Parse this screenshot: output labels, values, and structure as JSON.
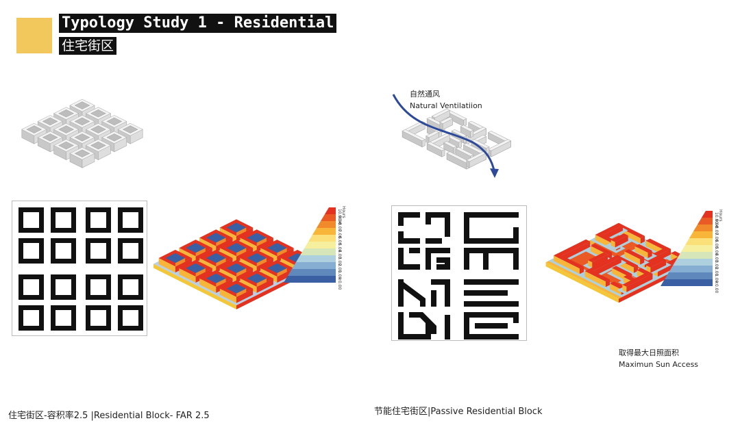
{
  "header": {
    "title_en": "Typology Study 1 - Residential",
    "title_zh": "住宅街区",
    "accent_color": "#f2c75c"
  },
  "left_panel": {
    "caption": "住宅街区-容积率2.5 |Residential Block- FAR 2.5",
    "legend": {
      "unit": "Hours",
      "labels": [
        "10.00<",
        "9.00",
        "8.00",
        "7.00",
        "6.00",
        "5.00",
        "4.00",
        "3.00",
        "2.00",
        "1.00",
        "<0.00"
      ]
    }
  },
  "right_panel": {
    "caption": "节能住宅街区|Passive Residential Block",
    "ventilation_zh": "自然通风",
    "ventilation_en": "Natural Ventilatiion",
    "sun_zh": "取得最大日照面积",
    "sun_en": "Maximun Sun Access",
    "legend": {
      "unit": "Hours",
      "labels": [
        "10.00<",
        "9.00",
        "8.00",
        "7.00",
        "6.00",
        "5.00",
        "4.00",
        "3.00",
        "2.00",
        "1.00",
        "<0.00"
      ]
    }
  }
}
